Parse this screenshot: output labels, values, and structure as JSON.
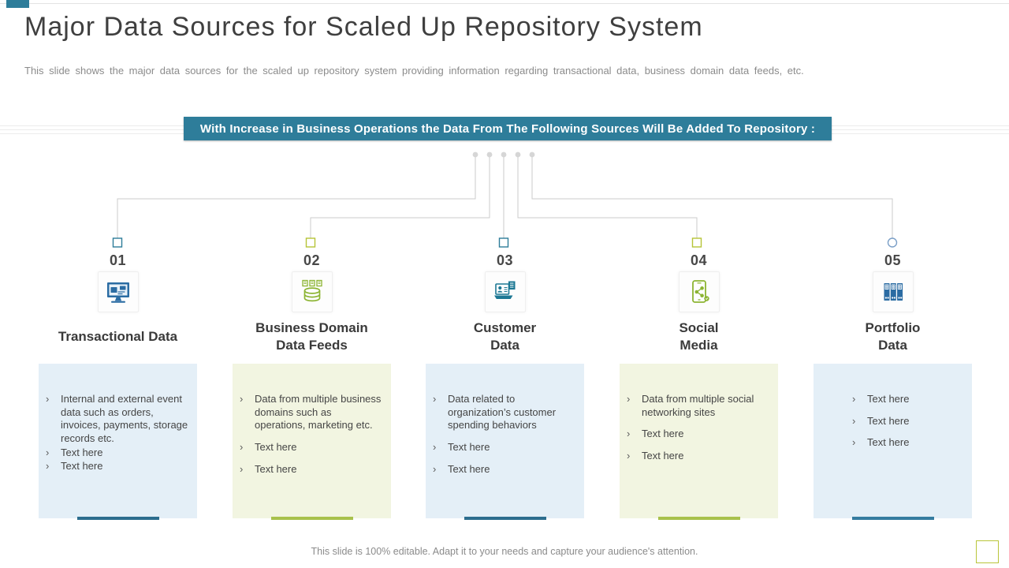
{
  "slide": {
    "title": "Major Data Sources for Scaled Up Repository System",
    "subtitle": "This slide shows the major data sources for the scaled up repository system providing information regarding transactional data, business domain data feeds, etc.",
    "footer": "This slide is 100% editable. Adapt it to your needs and capture your audience's attention."
  },
  "banner": {
    "text": "With Increase in Business Operations the Data From The Following Sources Will Be Added To Repository :"
  },
  "colors": {
    "accent_teal": "#2e7d9a",
    "accent_green": "#b6c437",
    "marker_circle_blue": "#7b9fc7",
    "card_blue": "#e4eff7",
    "card_green": "#f2f5e1",
    "bar_teal_dark": "#2c6d8e",
    "bar_green": "#a8c14c",
    "bar_teal": "#357ca0",
    "icon_blue": "#2b6ca3",
    "icon_green": "#8cb432",
    "icon_teal": "#1d7894",
    "connector_gray": "#cbcbcb"
  },
  "bullet_glyph": "›",
  "columns": [
    {
      "number": "01",
      "title": "Transactional Data",
      "icon": "desktop-monitor-transactions-icon",
      "marker": "square-teal",
      "card_bg": "#e4eff7",
      "bar_color": "#2c6d8e",
      "bullets": [
        "Internal and external event data such as orders, invoices, payments, storage records etc.",
        "Text here",
        "Text here"
      ]
    },
    {
      "number": "02",
      "title": "Business Domain Data Feeds",
      "icon": "database-stack-files-icon",
      "marker": "square-green",
      "card_bg": "#f2f5e1",
      "bar_color": "#a8c14c",
      "bullets": [
        "Data from multiple business domains such as operations, marketing etc.",
        "Text here",
        "Text here"
      ]
    },
    {
      "number": "03",
      "title": "Customer Data",
      "icon": "laptop-customer-profile-icon",
      "marker": "square-teal",
      "card_bg": "#e4eff7",
      "bar_color": "#2c6d8e",
      "bullets": [
        "Data related to organization’s customer spending behaviors",
        "Text here",
        "Text here"
      ]
    },
    {
      "number": "04",
      "title": "Social Media",
      "icon": "smartphone-share-network-icon",
      "marker": "square-green",
      "card_bg": "#f2f5e1",
      "bar_color": "#a8c14c",
      "bullets": [
        "Data from multiple social networking sites",
        "Text here",
        "Text here"
      ]
    },
    {
      "number": "05",
      "title": "Portfolio Data",
      "icon": "archive-binders-icon",
      "marker": "circle-blue",
      "card_bg": "#e4eff7",
      "bar_color": "#357ca0",
      "bullets": [
        "Text here",
        "Text here",
        "Text here"
      ]
    }
  ]
}
